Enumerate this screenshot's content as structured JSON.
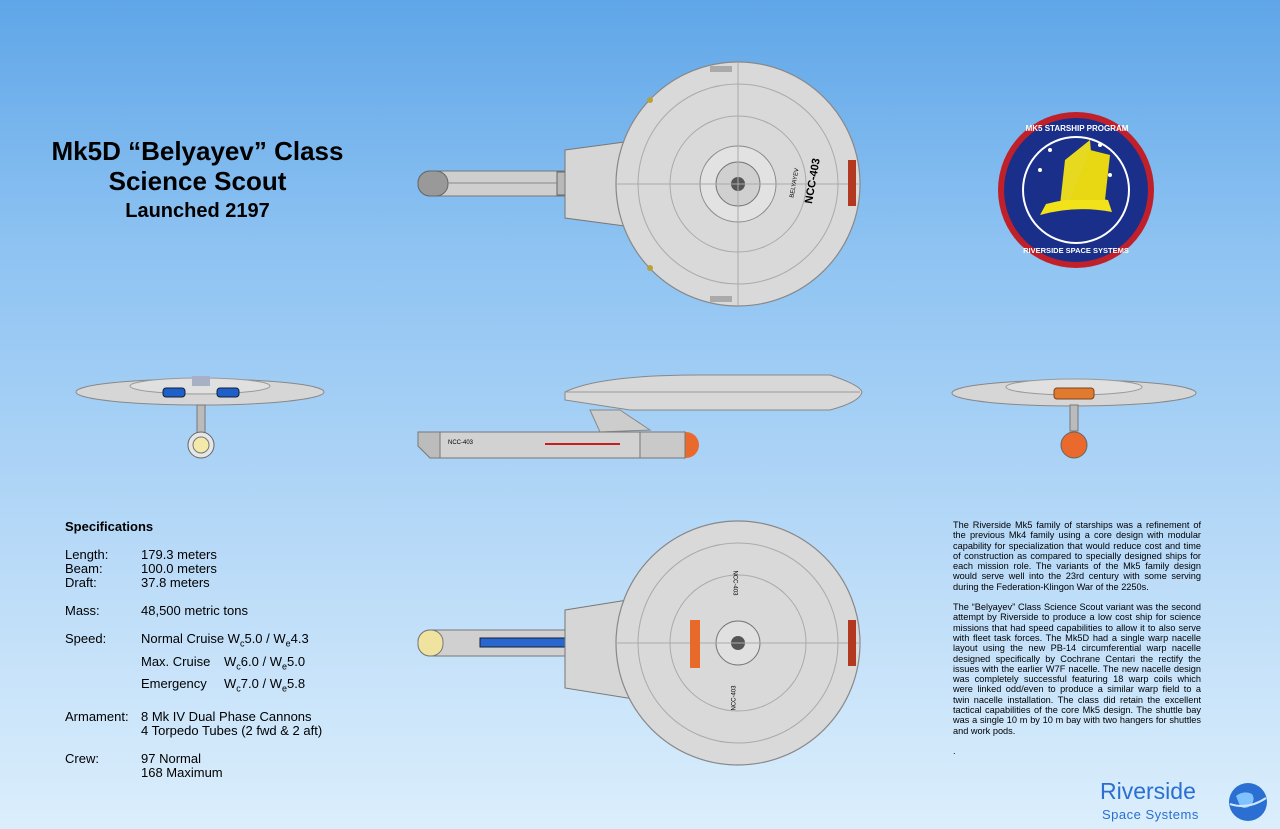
{
  "title": {
    "line1": "Mk5D “Belyayev” Class",
    "line2": "Science Scout",
    "line3": "Launched 2197"
  },
  "registry": "NCC-403",
  "ship_name": "BELYAYEV",
  "logo": {
    "top_text": "MK5 STARSHIP PROGRAM",
    "bottom_text": "RIVERSIDE SPACE SYSTEMS"
  },
  "specs": {
    "heading": "Specifications",
    "length_label": "Length:",
    "length_value": "179.3 meters",
    "beam_label": "Beam:",
    "beam_value": "100.0  meters",
    "draft_label": "Draft:",
    "draft_value": "37.8 meters",
    "mass_label": "Mass:",
    "mass_value": "48,500 metric tons",
    "speed_label": "Speed:",
    "speed_normal": "Normal Cruise W",
    "speed_normal_c": "5.0 / W",
    "speed_normal_e": "4.3",
    "speed_max": "Max. Cruise",
    "speed_max_c": "6.0 / W",
    "speed_max_e": "5.0",
    "speed_emerg": "Emergency",
    "speed_emerg_c": "7.0 / W",
    "speed_emerg_e": "5.8",
    "sub_c": "c",
    "sub_e": "e",
    "w": "W",
    "armament_label": "Armament:",
    "armament_1": "8 Mk IV Dual Phase Cannons",
    "armament_2": "4 Torpedo Tubes (2 fwd & 2 aft)",
    "crew_label": "Crew:",
    "crew_1": "97 Normal",
    "crew_2": "168 Maximum"
  },
  "description": {
    "p1": "The Riverside Mk5 family of starships was a refinement of the previous Mk4 family using a core design with modular capability for specialization that would reduce cost and time of construction as compared to specially designed ships for each mission role.  The variants of the Mk5 family design would serve well into the 23rd century with some serving during the Federation-Klingon War of the 2250s.",
    "p2": "The “Belyayev” Class Science Scout variant was the second attempt by Riverside to produce a low cost ship for science missions that had speed capabilities to allow it to also serve with fleet task forces. The Mk5D had a single warp nacelle layout using the new PB-14 circumferential warp nacelle designed specifically by Cochrane Centari the rectify the issues with the earlier W7F nacelle. The new nacelle design was completely successful featuring 18 warp coils which were linked odd/even to produce a similar warp field to a twin nacelle installation. The class did retain the excellent tactical capabilities of the core Mk5 design. The shuttle bay was a single 10 m by 10 m bay with two hangers for shuttles and work pods.",
    "p3": "."
  },
  "brand": {
    "line1": "Riverside",
    "line2": "Space Systems"
  },
  "colors": {
    "hull": "#d4d4d4",
    "hull_line": "#8a8a8a",
    "blue_accent": "#1f5fc9",
    "orange": "#e86a2a",
    "logo_ring": "#1a2f8a",
    "logo_red": "#c0202a",
    "logo_yellow": "#f2e21a"
  }
}
